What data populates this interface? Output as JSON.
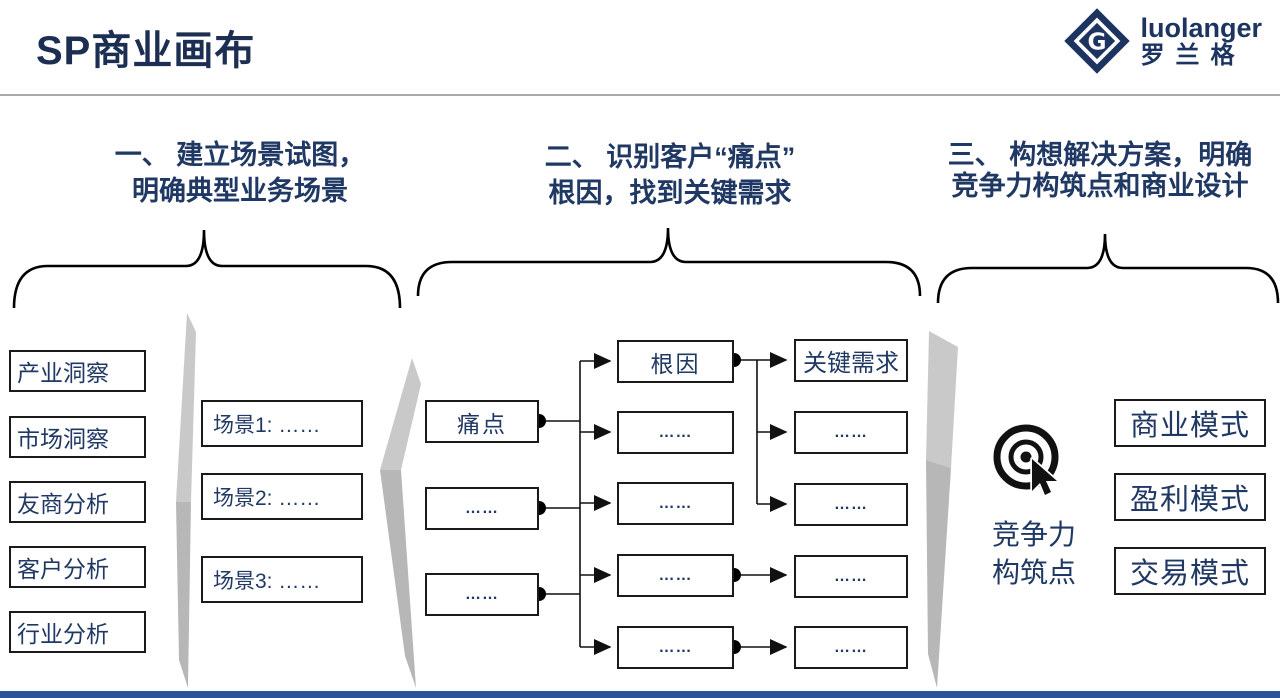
{
  "page": {
    "title": "SP商业画布"
  },
  "logo": {
    "name": "luolanger",
    "cn": "罗兰格",
    "mark_letter": "G"
  },
  "phases": [
    {
      "line1": "一、 建立场景试图，",
      "line2": "明确典型业务场景"
    },
    {
      "line1": "二、 识别客户“痛点”",
      "line2": "根因，找到关键需求"
    },
    {
      "line1": "三、 构想解决方案，明确",
      "line2": "竞争力构筑点和商业设计"
    }
  ],
  "insight_column": {
    "items": [
      "产业洞察",
      "市场洞察",
      "友商分析",
      "客户分析",
      "行业分析"
    ]
  },
  "scenario_column": {
    "items": [
      "场景1: ……",
      "场景2: ……",
      "场景3: ……"
    ]
  },
  "pain_chain": {
    "pain_points": [
      "痛点",
      "……",
      "……"
    ],
    "root_causes": [
      "根因",
      "……",
      "……",
      "……",
      "……"
    ],
    "key_needs": [
      "关键需求",
      "……",
      "……",
      "……",
      "……"
    ]
  },
  "competitiveness": {
    "label_line1": "竞争力",
    "label_line2": "构筑点",
    "models": [
      "商业模式",
      "盈利模式",
      "交易模式"
    ]
  },
  "colors": {
    "navy_text": "#203864",
    "box_border": "#1a1a1a",
    "ribbon_gray": "#c9c9c9",
    "ribbon_gray_dark": "#b7b7b7",
    "bottom_bar_blue": "#2F5496"
  }
}
